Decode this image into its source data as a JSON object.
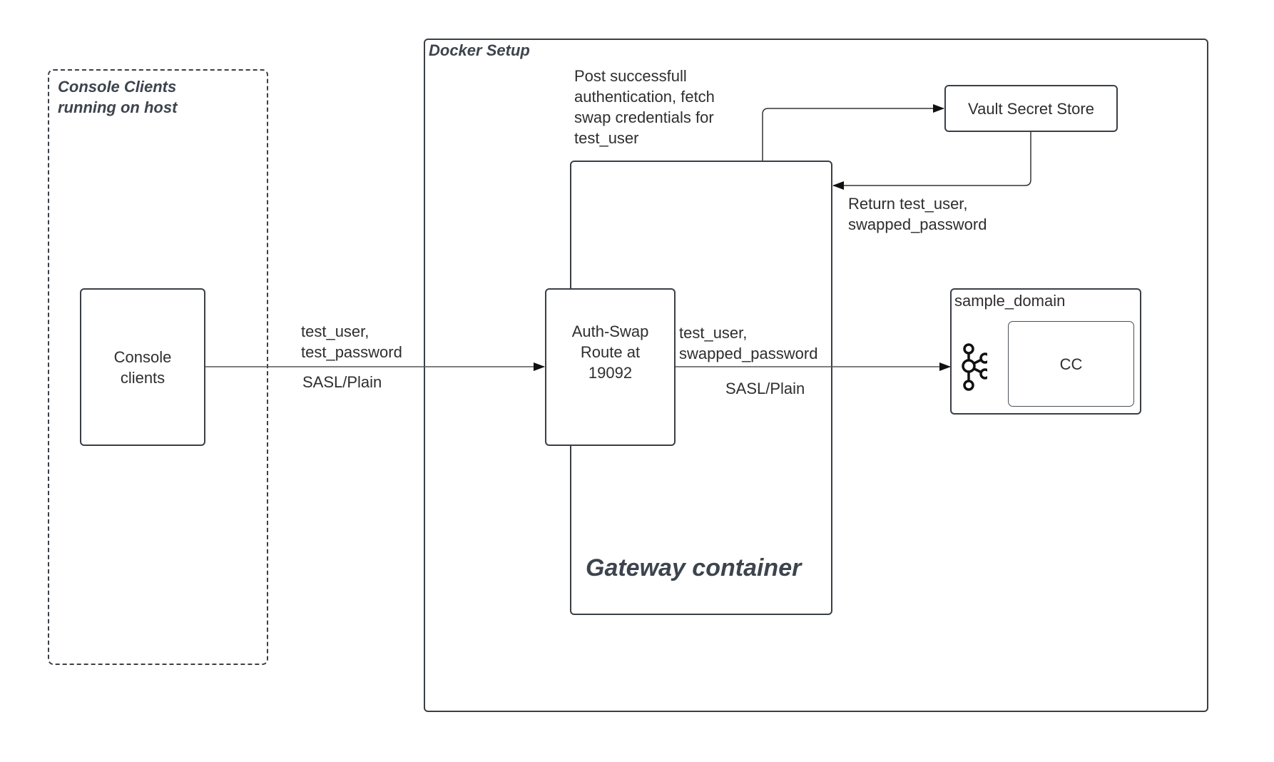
{
  "groups": {
    "console_host": {
      "label_line1": "Console Clients",
      "label_line2": "running on host"
    },
    "docker": {
      "label": "Docker Setup"
    },
    "gateway": {
      "label": "Gateway container"
    },
    "sample_domain": {
      "label": "sample_domain"
    }
  },
  "nodes": {
    "console_clients": {
      "line1": "Console",
      "line2": "clients"
    },
    "auth_swap": {
      "line1": "Auth-Swap",
      "line2": "Route at",
      "line3": "19092"
    },
    "vault": {
      "label": "Vault Secret Store"
    },
    "cc": {
      "label": "CC",
      "icon": "kafka-icon"
    }
  },
  "edges": {
    "client_to_gateway": {
      "line1": "test_user,",
      "line2": "test_password",
      "protocol": "SASL/Plain"
    },
    "gateway_to_cluster": {
      "line1": "test_user,",
      "line2": "swapped_password",
      "protocol": "SASL/Plain"
    },
    "gateway_to_vault": {
      "line1": "Post successfull",
      "line2": "authentication, fetch",
      "line3": "swap credentials for",
      "line4": "test_user"
    },
    "vault_to_gateway": {
      "line1": "Return test_user,",
      "line2": "swapped_password"
    }
  }
}
